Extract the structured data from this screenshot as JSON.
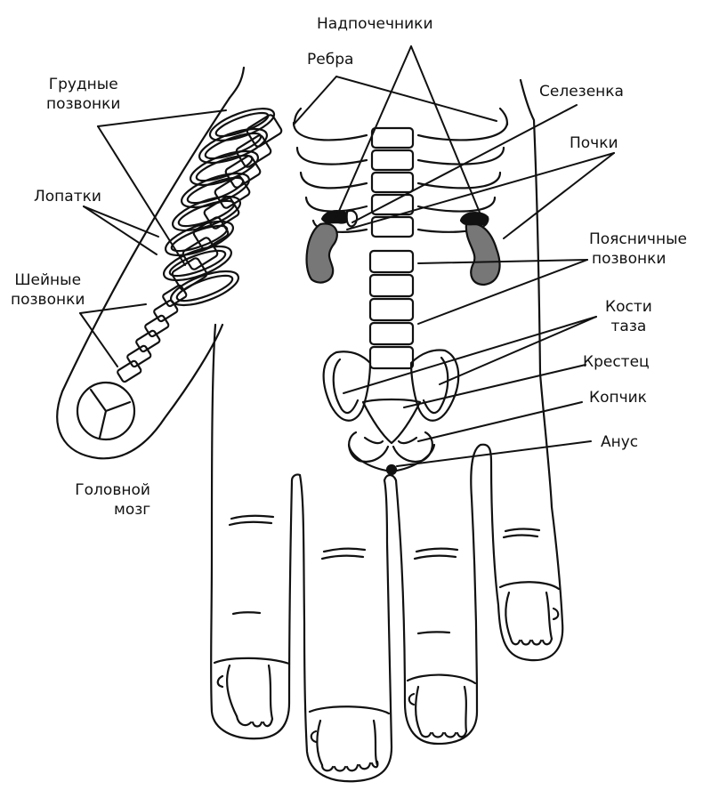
{
  "labels": {
    "adrenals": "Надпочечники",
    "ribs": "Ребра",
    "spleen": "Селезенка",
    "kidneys": "Почки",
    "lumbar": [
      "Поясничные",
      "позвонки"
    ],
    "pelvis": [
      "Кости",
      "таза"
    ],
    "sacrum": "Крестец",
    "coccyx": "Копчик",
    "anus": "Анус",
    "thoracic": [
      "Грудные",
      "позвонки"
    ],
    "scapulae": "Лопатки",
    "cervical": [
      "Шейные",
      "позвонки"
    ],
    "brain": [
      "Головной",
      "мозг"
    ]
  },
  "colors": {
    "outline": "#111111",
    "kidney_fill": "#777777",
    "adrenal_fill": "#111111",
    "background": "#ffffff"
  }
}
